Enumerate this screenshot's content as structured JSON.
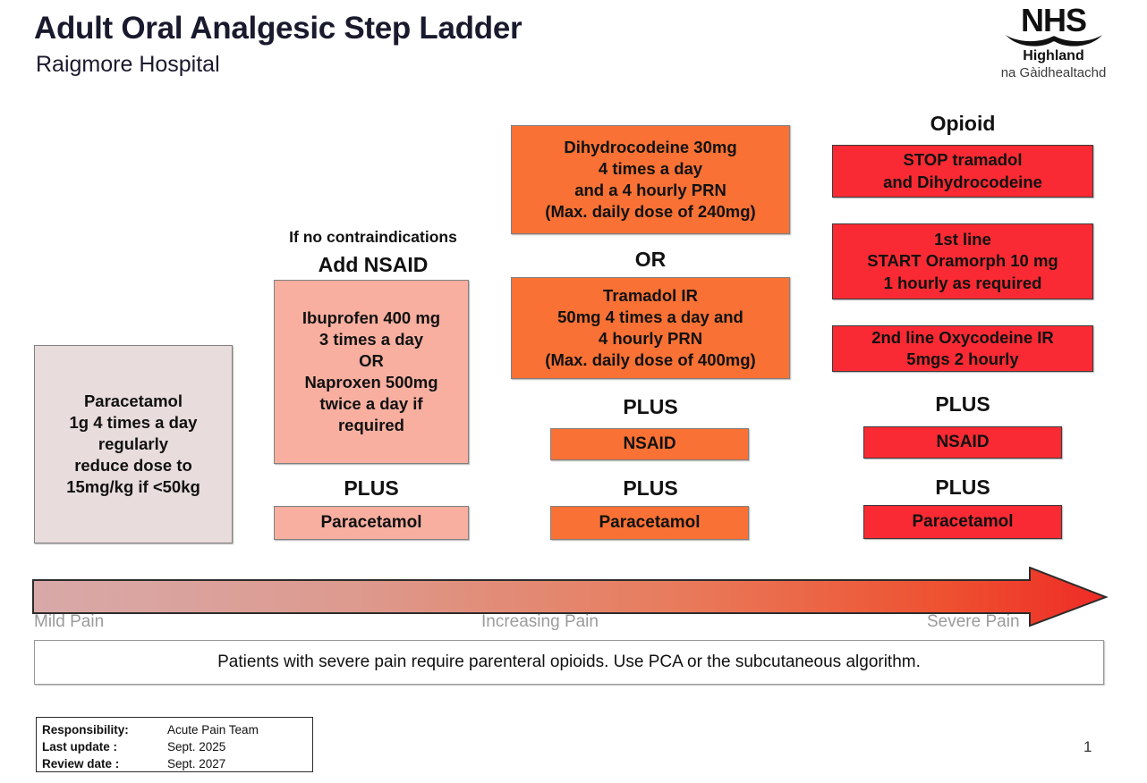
{
  "header": {
    "title": "Adult Oral Analgesic Step Ladder",
    "subtitle": "Raigmore Hospital",
    "logo": {
      "word": "NHS",
      "org": "Highland",
      "gaelic": "na Gàidhealtachd",
      "icon_name": "nhs-swoosh-icon"
    }
  },
  "colors": {
    "step1_fill": "#E8DCDC",
    "step2_fill": "#F8AFA0",
    "step3_fill": "#F97134",
    "step4_fill": "#F92A33",
    "border": "#808080",
    "arrow_start": "#D8A9A9",
    "arrow_end": "#EE2B26",
    "pain_label": "#9B9B9B"
  },
  "steps": [
    {
      "id": "step-1-paracetamol",
      "heading": "",
      "subheading": "",
      "boxes": [
        {
          "id": "paracetamol-regular",
          "text": "Paracetamol\n1g 4 times a day\nregularly\nreduce dose to\n15mg/kg if <50kg"
        }
      ],
      "connectors": []
    },
    {
      "id": "step-2-nsaid",
      "heading": "If no contraindications",
      "subheading": "Add NSAID",
      "boxes": [
        {
          "id": "nsaid-options",
          "text": "Ibuprofen 400 mg\n3 times a day\nOR\nNaproxen 500mg\ntwice a day if\nrequired"
        },
        {
          "id": "paracetamol-add-on",
          "text": "Paracetamol"
        }
      ],
      "connectors": [
        "PLUS"
      ]
    },
    {
      "id": "step-3-weak-opioid",
      "heading": "",
      "subheading": "",
      "boxes": [
        {
          "id": "dihydrocodeine",
          "text": "Dihydrocodeine 30mg\n4 times a day\nand a 4 hourly PRN\n(Max. daily dose of 240mg)"
        },
        {
          "id": "tramadol-ir",
          "text": "Tramadol IR\n50mg 4 times a day and\n4 hourly PRN\n(Max. daily dose of 400mg)"
        },
        {
          "id": "nsaid-add-on",
          "text": "NSAID"
        },
        {
          "id": "paracetamol-add-on",
          "text": "Paracetamol"
        }
      ],
      "connectors": [
        "OR",
        "PLUS",
        "PLUS"
      ]
    },
    {
      "id": "step-4-strong-opioid",
      "heading": "",
      "subheading": "Opioid",
      "boxes": [
        {
          "id": "stop-weak-opioids",
          "text": "STOP tramadol\nand Dihydrocodeine"
        },
        {
          "id": "oramorph-first-line",
          "text": "1st line\nSTART Oramorph 10 mg\n1 hourly as required"
        },
        {
          "id": "oxycodeine-second-line",
          "text": "2nd line Oxycodeine IR\n5mgs 2 hourly"
        },
        {
          "id": "nsaid-add-on",
          "text": "NSAID"
        },
        {
          "id": "paracetamol-add-on",
          "text": "Paracetamol"
        }
      ],
      "connectors": [
        "PLUS",
        "PLUS"
      ]
    }
  ],
  "labels": {
    "or": "OR",
    "plus": "PLUS",
    "opioid": "Opioid",
    "if_no_contraindications": "If no contraindications",
    "add_nsaid": "Add NSAID"
  },
  "pain_scale": {
    "mild": "Mild Pain",
    "increasing": "Increasing Pain",
    "severe": "Severe Pain"
  },
  "notice": {
    "text": "Patients with severe pain require parenteral opioids. Use PCA or the subcutaneous algorithm."
  },
  "meta": {
    "rows": [
      {
        "key": "Responsibility:",
        "value": "Acute Pain Team"
      },
      {
        "key": "Last update :",
        "value": "Sept. 2025"
      },
      {
        "key": "Review date :",
        "value": "Sept. 2027"
      }
    ]
  },
  "page_number": "1"
}
